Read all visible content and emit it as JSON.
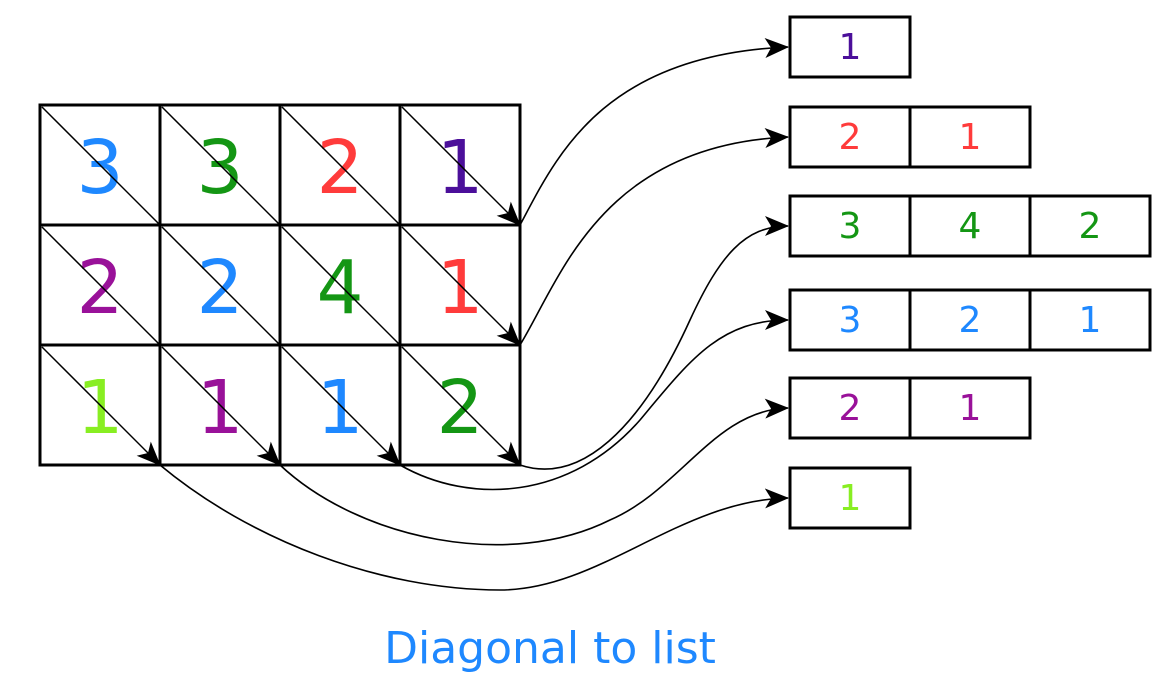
{
  "caption": "Diagonal to list",
  "palette": {
    "blue": "#1e88ff",
    "green": "#149614",
    "red": "#ff3b3b",
    "purple": "#4b0f9a",
    "magenta": "#991199",
    "lime": "#88ee22",
    "caption_blue": "#1e88ff"
  },
  "matrix": [
    [
      {
        "value": "3",
        "color": "blue"
      },
      {
        "value": "3",
        "color": "green"
      },
      {
        "value": "2",
        "color": "red"
      },
      {
        "value": "1",
        "color": "purple"
      }
    ],
    [
      {
        "value": "2",
        "color": "magenta"
      },
      {
        "value": "2",
        "color": "blue"
      },
      {
        "value": "4",
        "color": "green"
      },
      {
        "value": "1",
        "color": "red"
      }
    ],
    [
      {
        "value": "1",
        "color": "lime"
      },
      {
        "value": "1",
        "color": "magenta"
      },
      {
        "value": "1",
        "color": "blue"
      },
      {
        "value": "2",
        "color": "green"
      }
    ]
  ],
  "lists": [
    {
      "name": "list-1",
      "values": [
        "1"
      ],
      "color": "purple"
    },
    {
      "name": "list-2",
      "values": [
        "2",
        "1"
      ],
      "color": "red"
    },
    {
      "name": "list-3",
      "values": [
        "3",
        "4",
        "2"
      ],
      "color": "green"
    },
    {
      "name": "list-4",
      "values": [
        "3",
        "2",
        "1"
      ],
      "color": "blue"
    },
    {
      "name": "list-5",
      "values": [
        "2",
        "1"
      ],
      "color": "magenta"
    },
    {
      "name": "list-6",
      "values": [
        "1"
      ],
      "color": "lime"
    }
  ]
}
